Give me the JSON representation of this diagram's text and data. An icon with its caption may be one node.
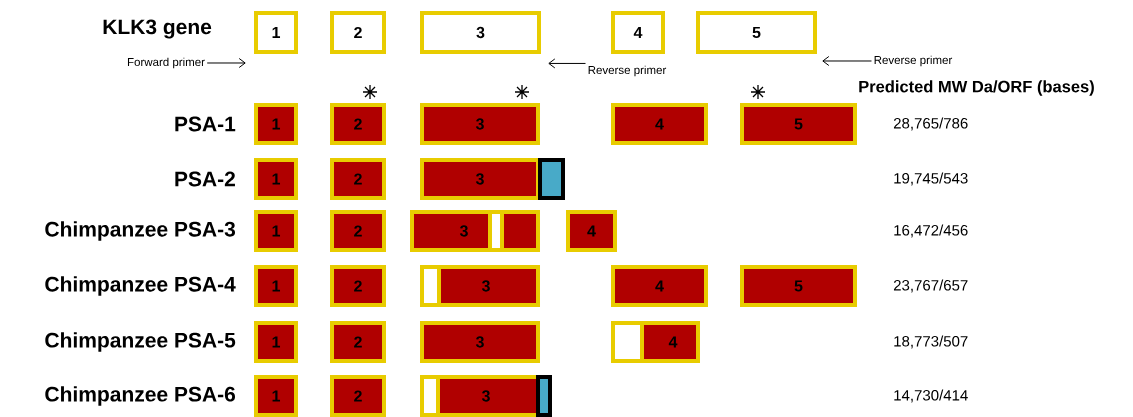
{
  "diagram": {
    "nodes": [
      {
        "text": [
          "1"
        ]
      },
      {
        "text": [
          "2"
        ]
      },
      {
        "text": [
          "3"
        ]
      },
      {
        "text": [
          "4"
        ]
      },
      {
        "text": [
          "5"
        ]
      },
      {
        "text": [
          "Forward primer"
        ]
      },
      {
        "text": [
          "Reverse primer"
        ]
      },
      {
        "text": [
          "Reverse primer"
        ]
      },
      {
        "text": [
          "1"
        ]
      },
      {
        "text": [
          "2"
        ]
      },
      {
        "text": [
          "3"
        ]
      },
      {
        "text": [
          "4"
        ]
      },
      {
        "text": [
          "5"
        ]
      },
      {
        "text": [
          "1"
        ]
      },
      {
        "text": [
          "2"
        ]
      },
      {
        "text": [
          "3"
        ]
      },
      {
        "text": [],
        "shape": "box"
      },
      {
        "text": [
          "1"
        ]
      },
      {
        "text": [
          "2"
        ]
      },
      {
        "text": [
          "3"
        ]
      },
      {
        "text": [
          "4"
        ]
      },
      {
        "text": [
          "1"
        ]
      },
      {
        "text": [
          "2"
        ]
      },
      {
        "text": [
          "3"
        ]
      },
      {
        "text": [
          "4"
        ]
      },
      {
        "text": [
          "5"
        ]
      },
      {
        "text": [
          "1"
        ]
      },
      {
        "text": [
          "2"
        ]
      },
      {
        "text": [
          "3"
        ]
      },
      {
        "text": [
          "4"
        ]
      },
      {
        "text": [
          "1"
        ]
      },
      {
        "text": [
          "2"
        ]
      },
      {
        "text": [
          "3"
        ]
      },
      {
        "text": [],
        "shape": "box"
      }
    ],
    "edges": [
      {
        "from": 5,
        "to": 0,
        "arrow": "to"
      },
      {
        "from": 6,
        "to": 2,
        "arrow": "to"
      },
      {
        "from": 7,
        "to": 4,
        "arrow": "to"
      }
    ],
    "labels": [
      "KLK3 gene",
      "Predicted MW Da/ORF (bases)",
      "PSA-1",
      "28,765/786",
      "PSA-2",
      "19,745/543",
      "Chimpanzee PSA-3",
      "16,472/456",
      "Chimpanzee PSA-4",
      "23,767/657",
      "Chimpanzee PSA-5",
      "18,773/507",
      "Chimpanzee PSA-6",
      "14,730/414"
    ]
  }
}
